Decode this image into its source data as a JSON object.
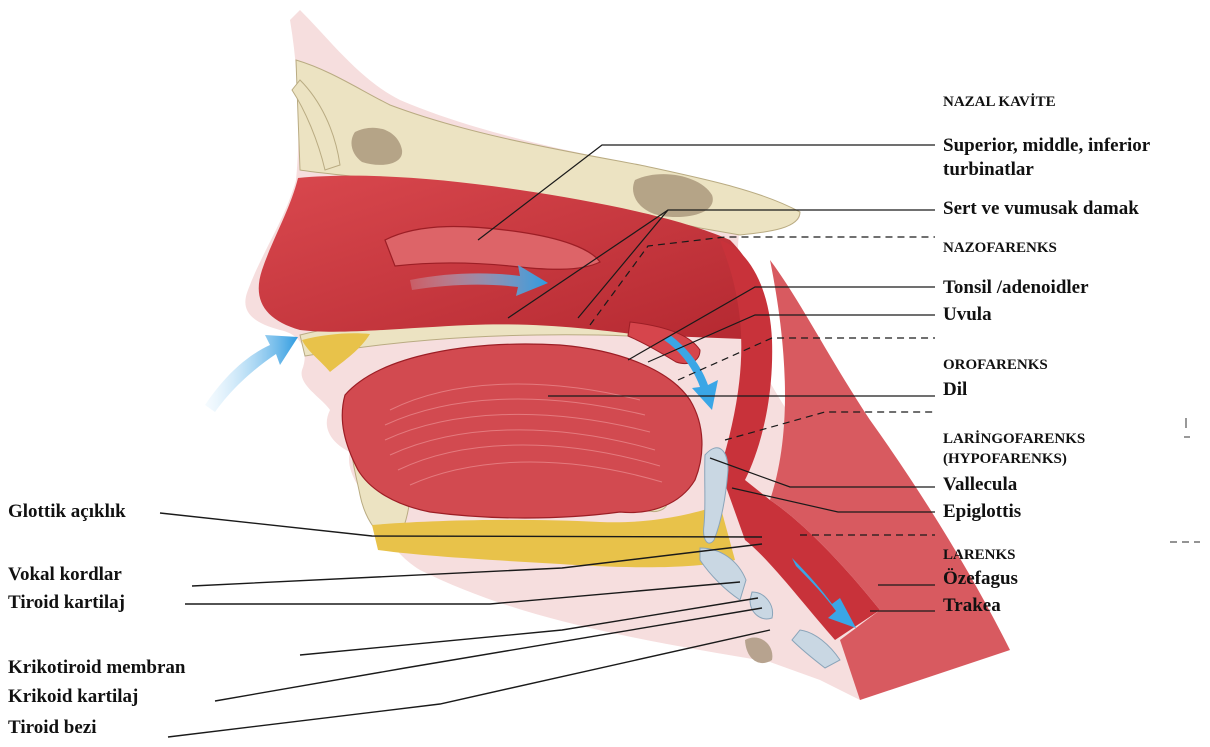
{
  "labels_right": {
    "nazal_kavite": "NAZAL KAVİTE",
    "turbinatlar_line1": "Superior, middle, inferior",
    "turbinatlar_line2": "turbinatlar",
    "sert_vumusak": "Sert ve vumusak damak",
    "nazofarenks": "NAZOFARENKS",
    "tonsil": "Tonsil /adenoidler",
    "uvula": "Uvula",
    "orofarenks": "OROFARENKS",
    "dil": "Dil",
    "laringofarenks": "LARİNGOFARENKS",
    "hypofarenks": "(HYPOFARENKS)",
    "vallecula": "Vallecula",
    "epiglottis": "Epiglottis",
    "larenks": "LARENKS",
    "ozefagus": "Özefagus",
    "trakea": "Trakea"
  },
  "labels_left": {
    "glottik": "Glottik açıklık",
    "vokal": "Vokal kordlar",
    "tiroid_kartilaj": "Tiroid kartilaj",
    "krikotiroid": "Krikotiroid membran",
    "krikoid": "Krikoid kartilaj",
    "tiroid_bezi": "Tiroid bezi"
  },
  "colors": {
    "tissue": "#c8323a",
    "tissue_light": "#dd6468",
    "tissue_dark": "#9c1e25",
    "bone": "#ece3c2",
    "fat": "#e8c24a",
    "cartilage": "#c9d7e3",
    "sinus": "#b5a487",
    "arrow": "#3aa6e6"
  }
}
